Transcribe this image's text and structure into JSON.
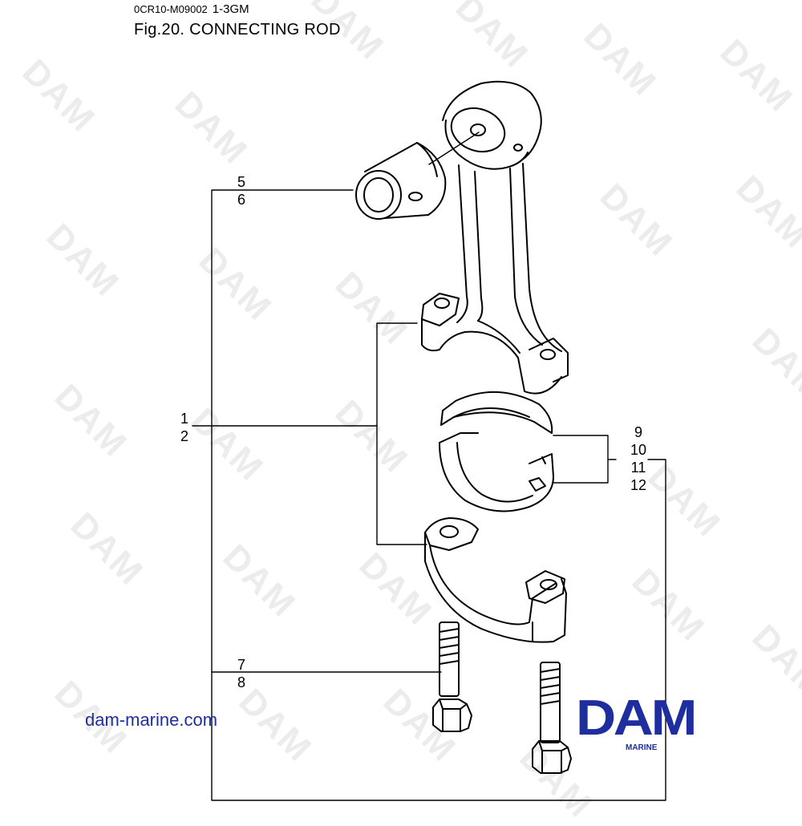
{
  "header": {
    "doc_code": "0CR10-M09002",
    "model": "1-3GM",
    "figure_title": "Fig.20.  CONNECTING ROD"
  },
  "callouts": {
    "c5": "5",
    "c6": "6",
    "c1": "1",
    "c2": "2",
    "c9": "9",
    "c10": "10",
    "c11": "11",
    "c12": "12",
    "c7": "7",
    "c8": "8"
  },
  "footer": {
    "site": "dam-marine.com",
    "logo_text": "DAM",
    "logo_sub": "MARINE"
  },
  "watermark_text": "DAM",
  "colors": {
    "brand_blue": "#1f2e9e",
    "line": "#000000",
    "watermark": "#ececec"
  }
}
